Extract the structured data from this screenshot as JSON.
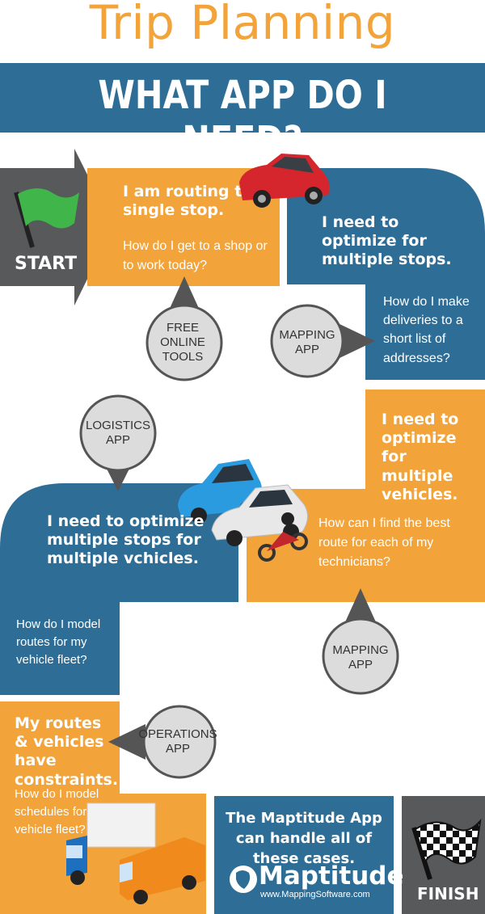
{
  "header": {
    "title": "Trip Planning",
    "banner": "WHAT APP DO I NEED?"
  },
  "start_label": "START",
  "finish_label": "FINISH",
  "steps": [
    {
      "statement": "I am routing to a single stop.",
      "question": "How do I get to a shop or to work today?",
      "app": "FREE ONLINE TOOLS"
    },
    {
      "statement": "I need to optimize for multiple stops.",
      "question": "How do I make deliveries to a short list of addresses?",
      "app": "MAPPING APP"
    },
    {
      "statement": "I need to optimize for multiple vehicles.",
      "question": "How can I find the best route for each of my technicians?",
      "app": "MAPPING APP"
    },
    {
      "statement": "I need to optimize multiple stops for multiple vchicles.",
      "question": "How do I model routes for my vehicle fleet?",
      "app": "LOGISTICS APP"
    },
    {
      "statement": "My routes & vehicles have constraints.",
      "question": "How do I model schedules for my vehicle fleet?",
      "app": "OPERATIONS APP"
    }
  ],
  "footer": {
    "statement": "The Maptitude App can handle all of these cases.",
    "brand": "Maptitude",
    "url": "www.MappingSoftware.com"
  },
  "colors": {
    "orange": "#f2a33a",
    "blue": "#2e6e96",
    "gray": "#58595b",
    "green": "#3fb54a"
  },
  "icons": [
    "green-flag-icon",
    "checkered-flag-icon",
    "car-icon",
    "motorcycle-icon",
    "truck-icon",
    "globe-logo-icon"
  ]
}
